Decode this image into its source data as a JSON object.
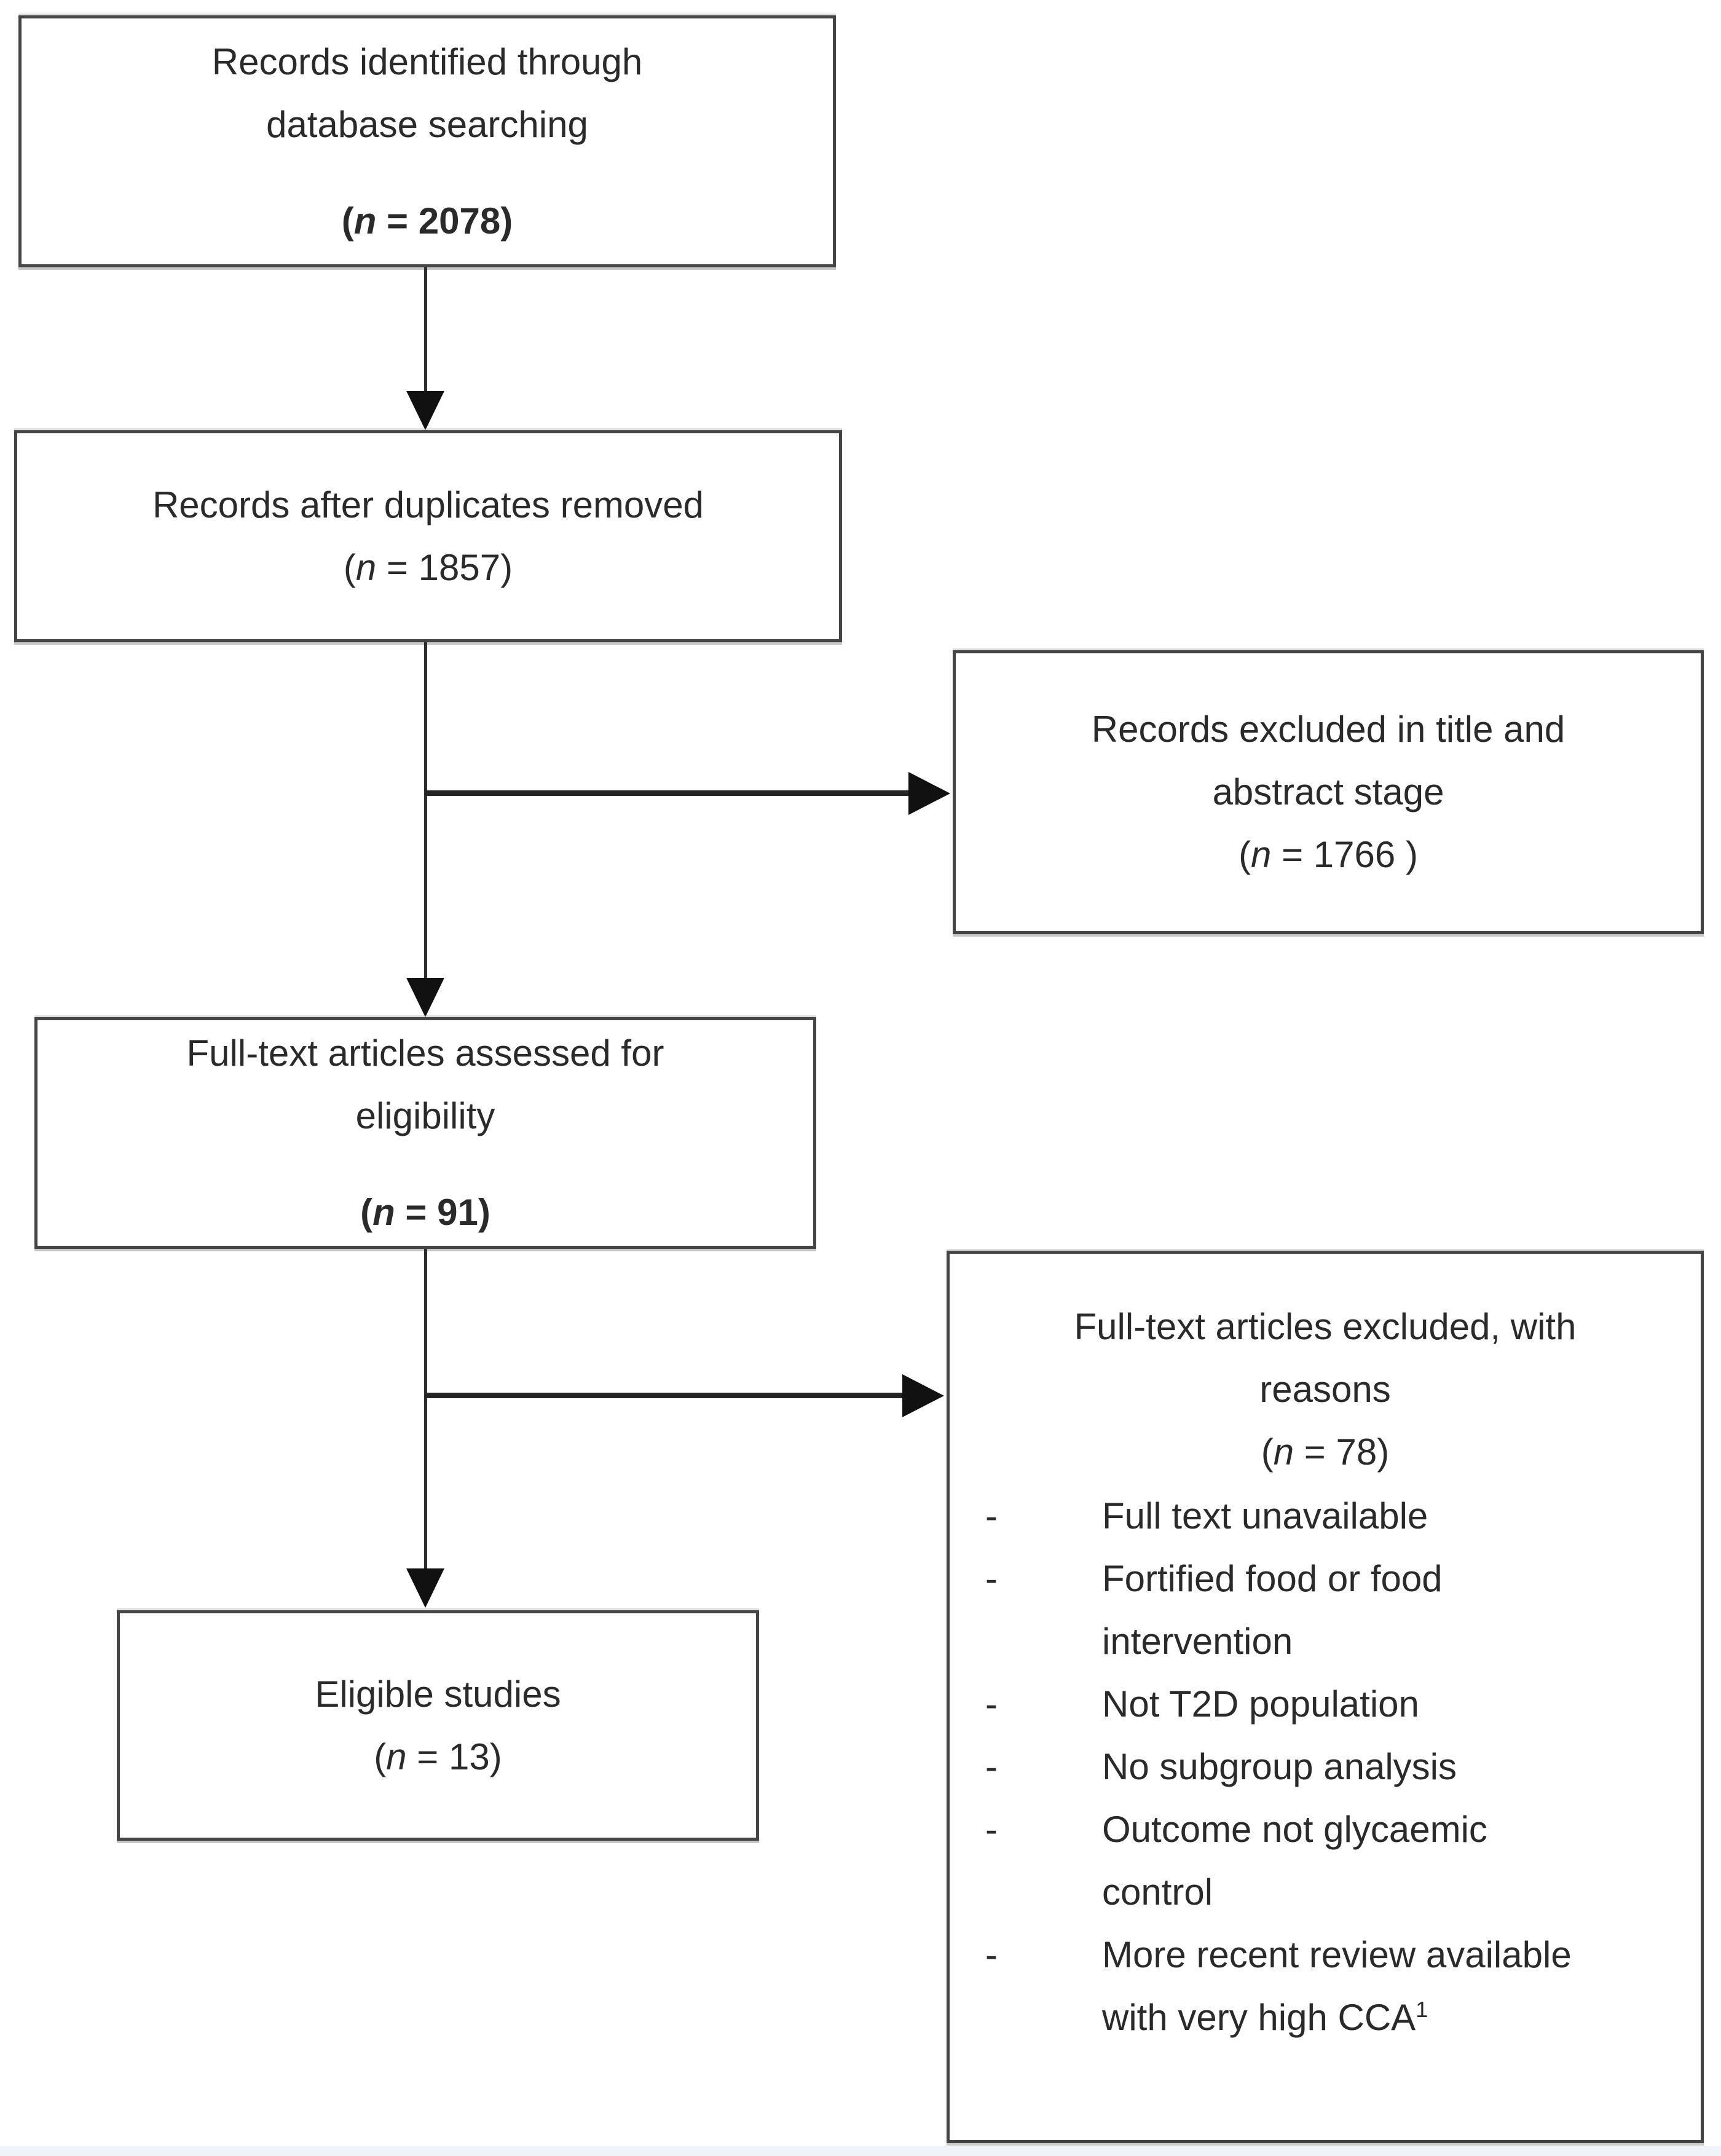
{
  "diagram": {
    "type": "prisma-flow",
    "colors": {
      "box_border": "#454545",
      "text": "#2a2a2a",
      "line": "#2e2e2e",
      "arrowhead": "#111111",
      "footer_strip": "#f0f3f7"
    },
    "boxes": {
      "identified": {
        "lines": [
          "Records identified through",
          "database searching"
        ],
        "n_prefix": "(",
        "n_italic": "n",
        "n_suffix": " = 2078)"
      },
      "duplicates_removed": {
        "lines": [
          "Records after duplicates removed"
        ],
        "n_prefix": "(",
        "n_italic": "n",
        "n_suffix": " = 1857)"
      },
      "excluded_title_abstract": {
        "lines": [
          "Records excluded in title and",
          "abstract stage"
        ],
        "n_prefix": "(",
        "n_italic": "n",
        "n_suffix": " = 1766 )"
      },
      "fulltext_assessed": {
        "lines": [
          "Full-text articles assessed for",
          "eligibility"
        ],
        "n_prefix": "(",
        "n_italic": "n",
        "n_suffix": " = 91)"
      },
      "fulltext_excluded": {
        "lines": [
          "Full-text articles excluded, with",
          "reasons"
        ],
        "n_prefix": "(",
        "n_italic": "n",
        "n_suffix": " = 78)",
        "bullet": "-",
        "reasons": [
          {
            "text": "Full text unavailable"
          },
          {
            "text": "Fortified food or food intervention"
          },
          {
            "text": "Not T2D population"
          },
          {
            "text": "No subgroup analysis"
          },
          {
            "text": "Outcome not glycaemic control"
          },
          {
            "text": "More recent review available with very high CCA",
            "sup": "1"
          }
        ]
      },
      "eligible": {
        "lines": [
          "Eligible studies"
        ],
        "n_prefix": "(",
        "n_italic": "n",
        "n_suffix": " = 13)"
      }
    }
  }
}
